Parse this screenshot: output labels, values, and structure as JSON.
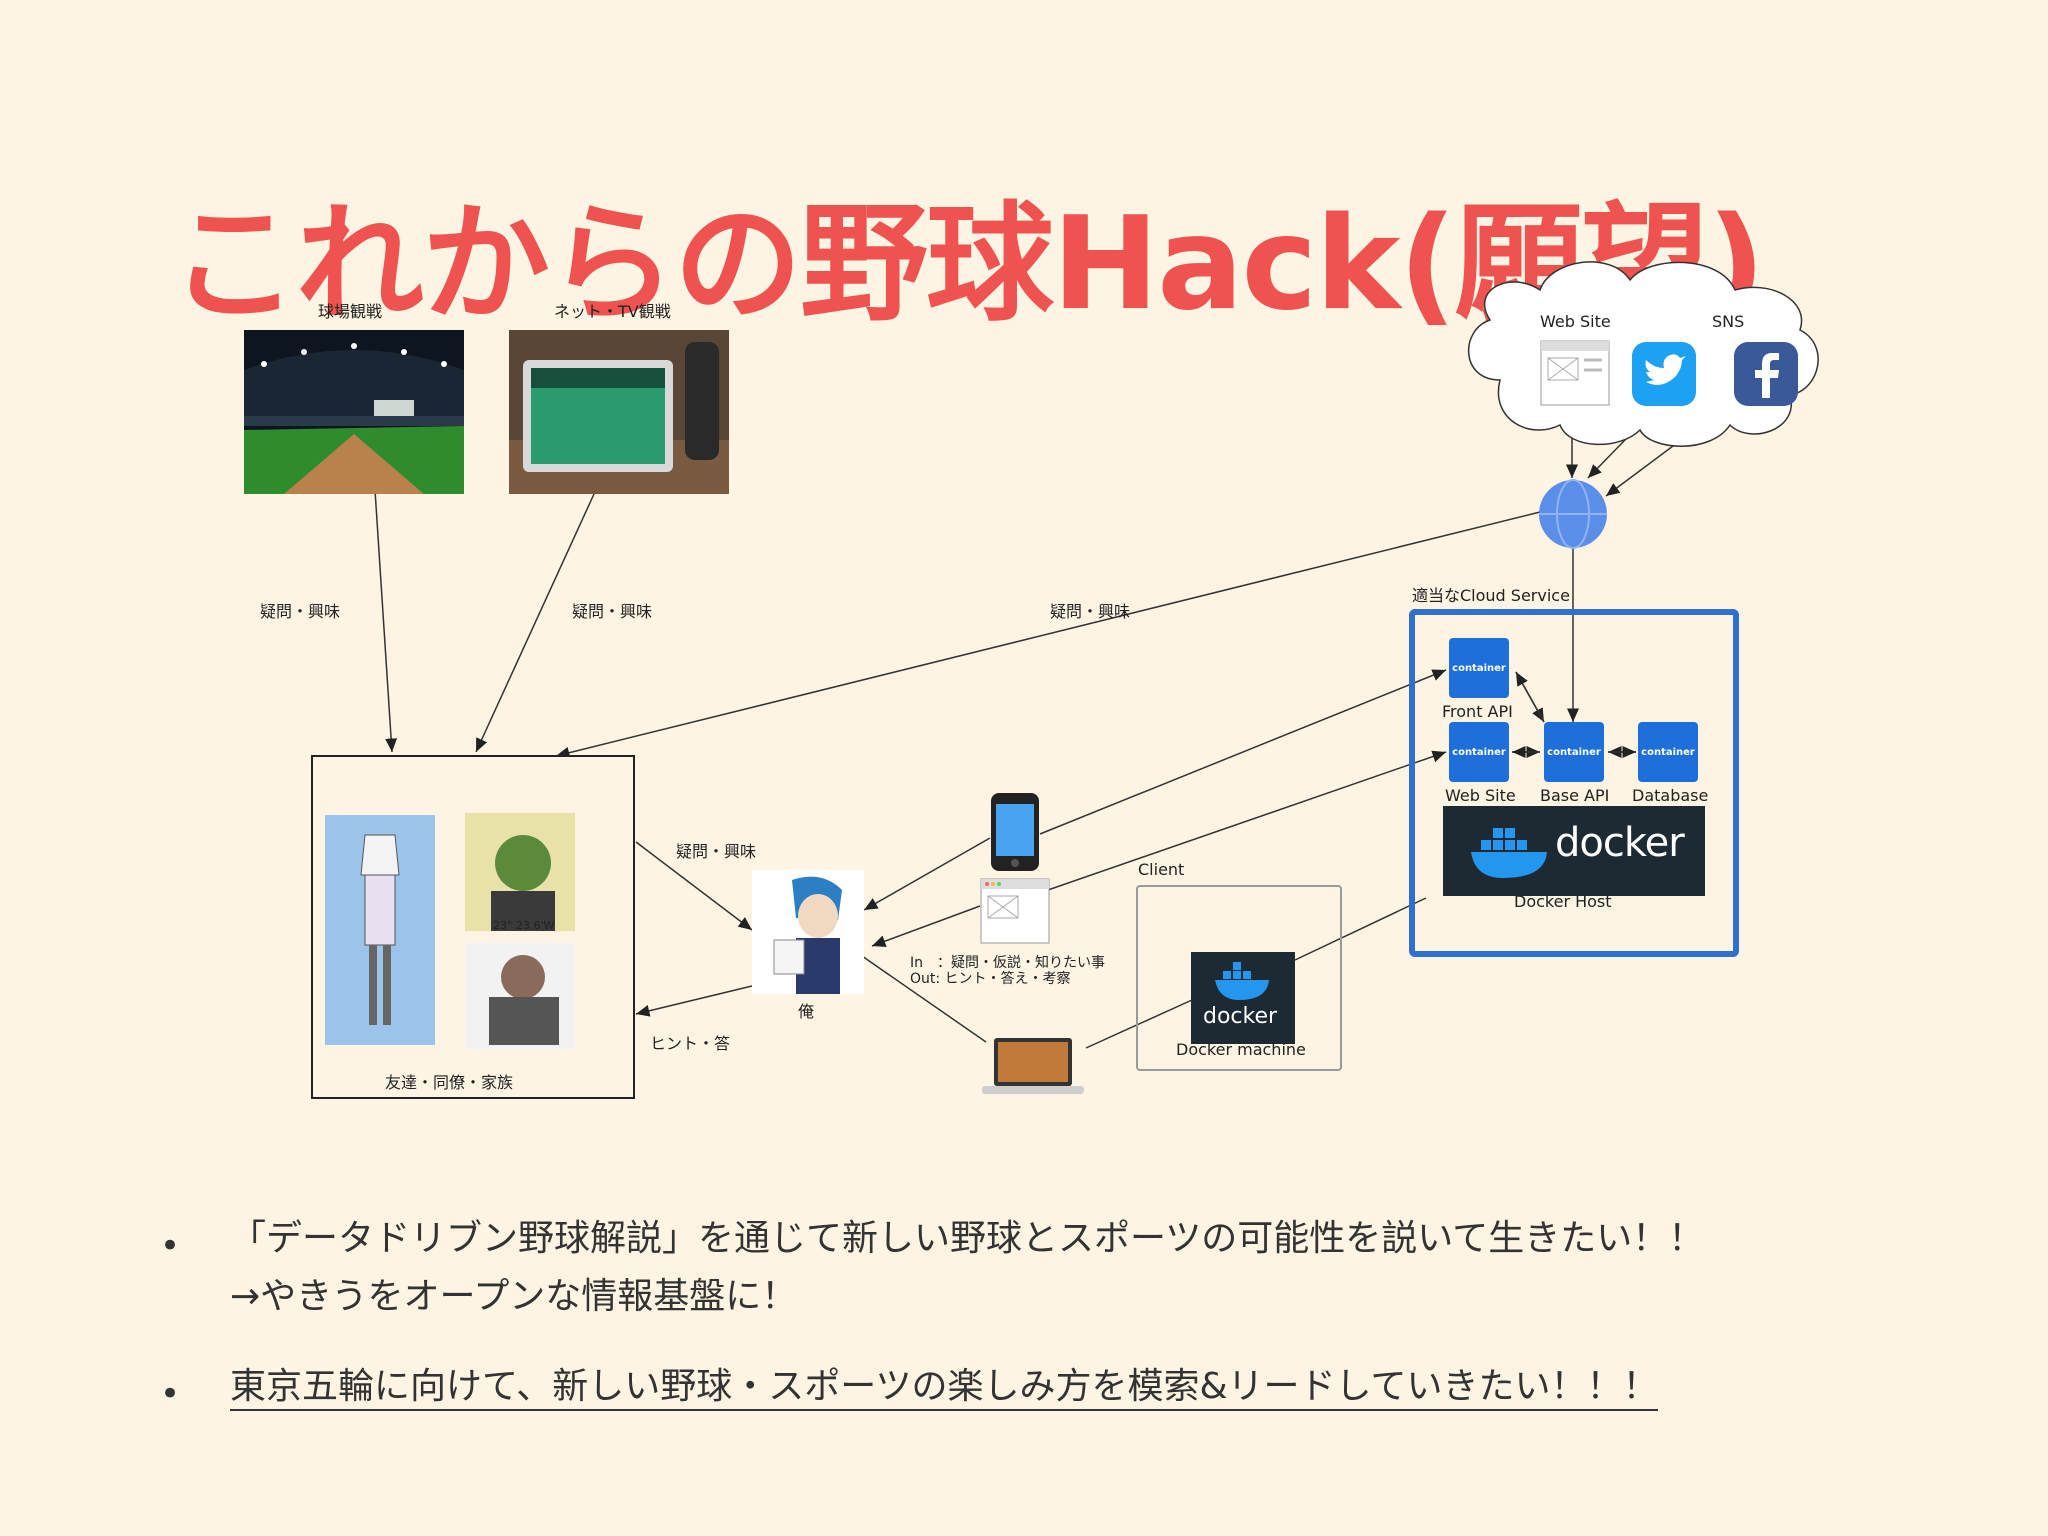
{
  "title": "これからの野球Hack(願望)",
  "top_labels": {
    "stadium": "球場観戦",
    "net_tv": "ネット・TV観戦"
  },
  "edge_labels": {
    "q1": "疑問・興味",
    "q2": "疑問・興味",
    "q3": "疑問・興味",
    "q4": "疑問・興味",
    "answer": "ヒント・答"
  },
  "friends_label": "友達・同僚・家族",
  "photo_caption": "23° 23.6'W",
  "me_label": "俺",
  "io_text": {
    "in": "In　：疑問・仮説・知りたい事",
    "out": "Out: ヒント・答え・考察"
  },
  "cloud": {
    "web_site": "Web Site",
    "sns": "SNS"
  },
  "cloud_service_label": "適当なCloud Service",
  "containers": {
    "badge": "container",
    "front_api": "Front API",
    "web_site": "Web Site",
    "base_api": "Base API",
    "database": "Database"
  },
  "docker_host": {
    "word": "docker",
    "label": "Docker Host"
  },
  "client": {
    "label": "Client",
    "word": "docker",
    "machine_label": "Docker machine"
  },
  "bullets": [
    {
      "line1": "「データドリブン野球解説」を通じて新しい野球とスポーツの可能性を説いて生きたい！！",
      "line2": "→やきうをオープンな情報基盤に！"
    },
    {
      "line1": "東京五輪に向けて、新しい野球・スポーツの楽しみ方を模索&リードしていきたい！！！"
    }
  ],
  "colors": {
    "title": "#ef5350",
    "container": "#1e6fd9",
    "service_border": "#2f6fd0",
    "background": "#fdf4e3"
  }
}
